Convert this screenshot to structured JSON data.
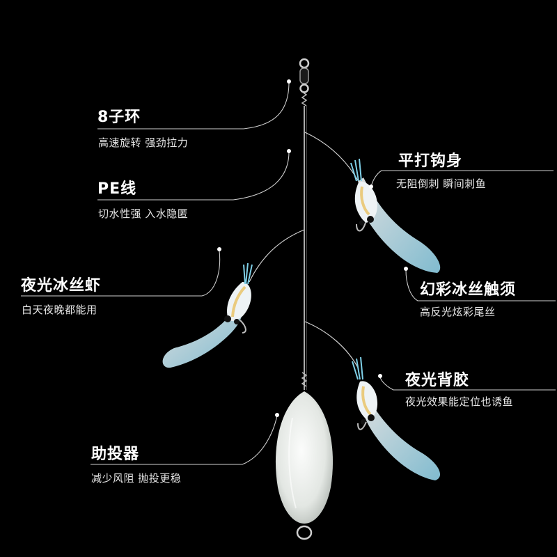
{
  "callouts": {
    "swivel": {
      "title": "8子环",
      "desc": "高速旋转 强劲拉力"
    },
    "pe_line": {
      "title": "PE线",
      "desc": "切水性强 入水隐匿"
    },
    "glow_shrimp": {
      "title": "夜光冰丝虾",
      "desc": "白天夜晚都能用"
    },
    "flat_hook": {
      "title": "平打钩身",
      "desc": "无阻倒刺 瞬间刺鱼"
    },
    "antenna": {
      "title": "幻彩冰丝触须",
      "desc": "高反光炫彩尾丝"
    },
    "back_glue": {
      "title": "夜光背胶",
      "desc": "夜光效果能定位也诱鱼"
    },
    "caster": {
      "title": "助投器",
      "desc": "减少风阻 抛投更稳"
    }
  },
  "colors": {
    "background": "#000000",
    "line": "#d8d8d8",
    "shrimp_body": "#e9f0f3",
    "shrimp_tail": "#9fd8ea",
    "shrimp_glow": "#e8c060",
    "float": "#e9ece9"
  }
}
